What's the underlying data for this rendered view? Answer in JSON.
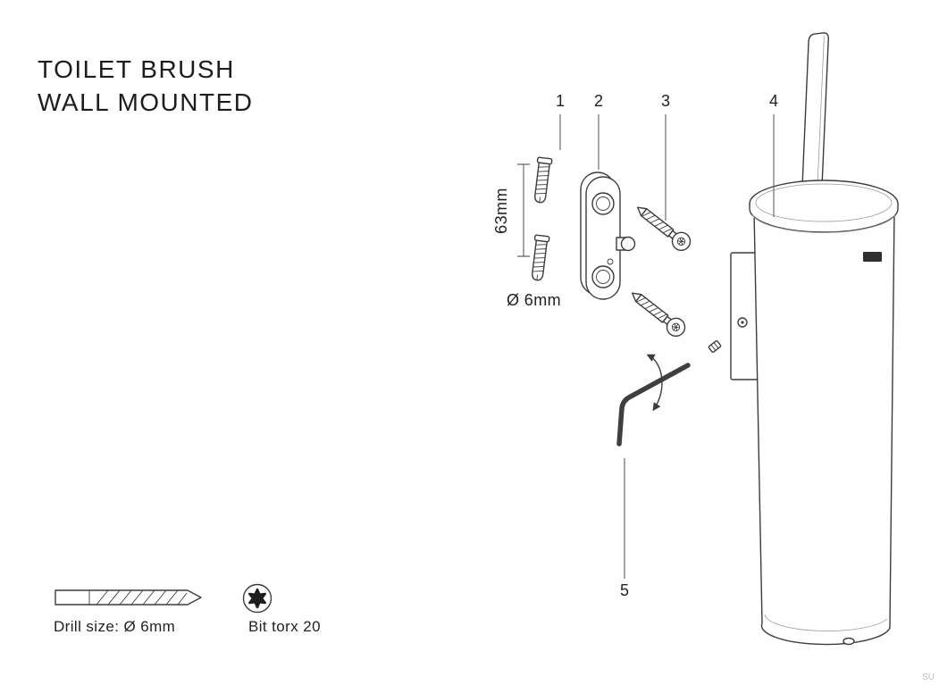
{
  "title": {
    "line1": "TOILET BRUSH",
    "line2": "WALL MOUNTED"
  },
  "callouts": {
    "p1": "1",
    "p2": "2",
    "p3": "3",
    "p4": "4",
    "p5": "5"
  },
  "dimensions": {
    "anchor_length": "63mm",
    "anchor_diameter": "Ø 6mm"
  },
  "footer": {
    "drill_label": "Drill size: Ø 6mm",
    "bit_label": "Bit torx 20"
  },
  "watermark": "SU",
  "colors": {
    "ink": "#3c3c3c",
    "text": "#1d1d1d",
    "watermark": "#bdbdbd",
    "background": "#ffffff"
  }
}
